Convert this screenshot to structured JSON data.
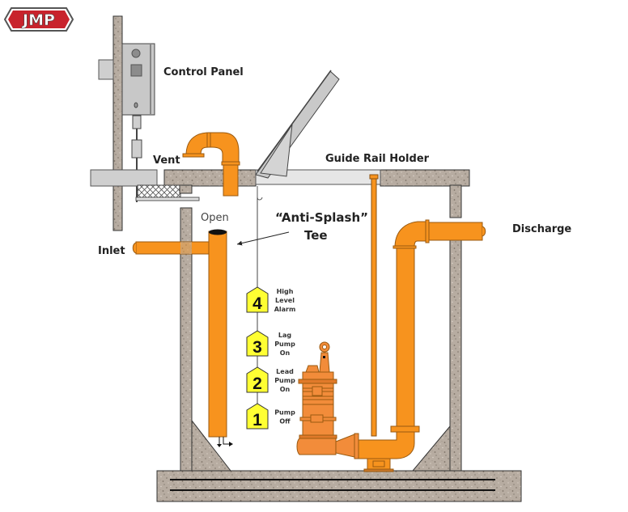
{
  "logo": {
    "text": "JMP"
  },
  "labels": {
    "control_panel": "Control Panel",
    "vent": "Vent",
    "guide_rail_holder": "Guide Rail Holder",
    "open": "Open",
    "anti_splash_line1": "“Anti-Splash”",
    "anti_splash_line2": "Tee",
    "inlet": "Inlet",
    "discharge": "Discharge"
  },
  "float_switches": [
    {
      "number": "4",
      "lines": [
        "High",
        "Level",
        "Alarm"
      ]
    },
    {
      "number": "3",
      "lines": [
        "Lag",
        "Pump",
        "On"
      ]
    },
    {
      "number": "2",
      "lines": [
        "Lead",
        "Pump",
        "On"
      ]
    },
    {
      "number": "1",
      "lines": [
        "Pump",
        "Off"
      ]
    }
  ],
  "colors": {
    "pipe_orange": "#F7931E",
    "pump_orange": "#F28C3A",
    "concrete": "#B8ADA2",
    "panel_gray": "#C8C8C8",
    "float_yellow": "#FFFF33",
    "logo_red": "#C8232C"
  }
}
